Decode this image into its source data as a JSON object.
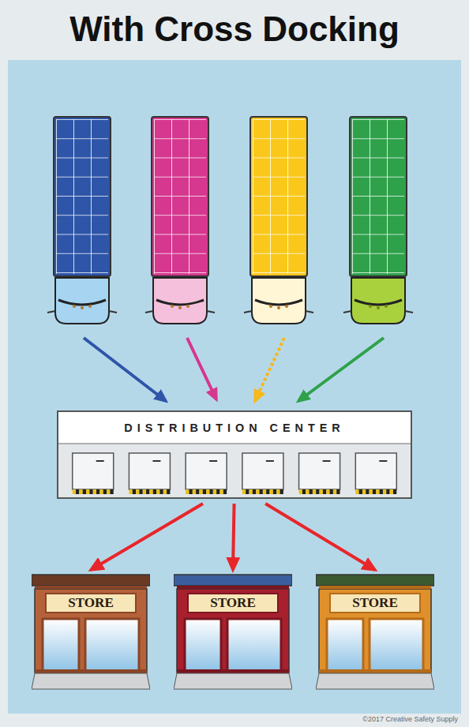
{
  "diagram": {
    "title": "With Cross Docking",
    "nodes": [
      {
        "text": [
          "DISTRIBUTION CENTER"
        ]
      },
      {
        "text": [
          "STORE"
        ]
      },
      {
        "text": [
          "STORE"
        ]
      },
      {
        "text": [
          "STORE"
        ]
      }
    ],
    "edges": [
      {
        "from": 0,
        "to": 1,
        "arrow": "to"
      },
      {
        "from": 0,
        "to": 2,
        "arrow": "to"
      },
      {
        "from": 0,
        "to": 3,
        "arrow": "to"
      }
    ],
    "labels": [
      "©2017 Creative Safety Supply"
    ]
  }
}
